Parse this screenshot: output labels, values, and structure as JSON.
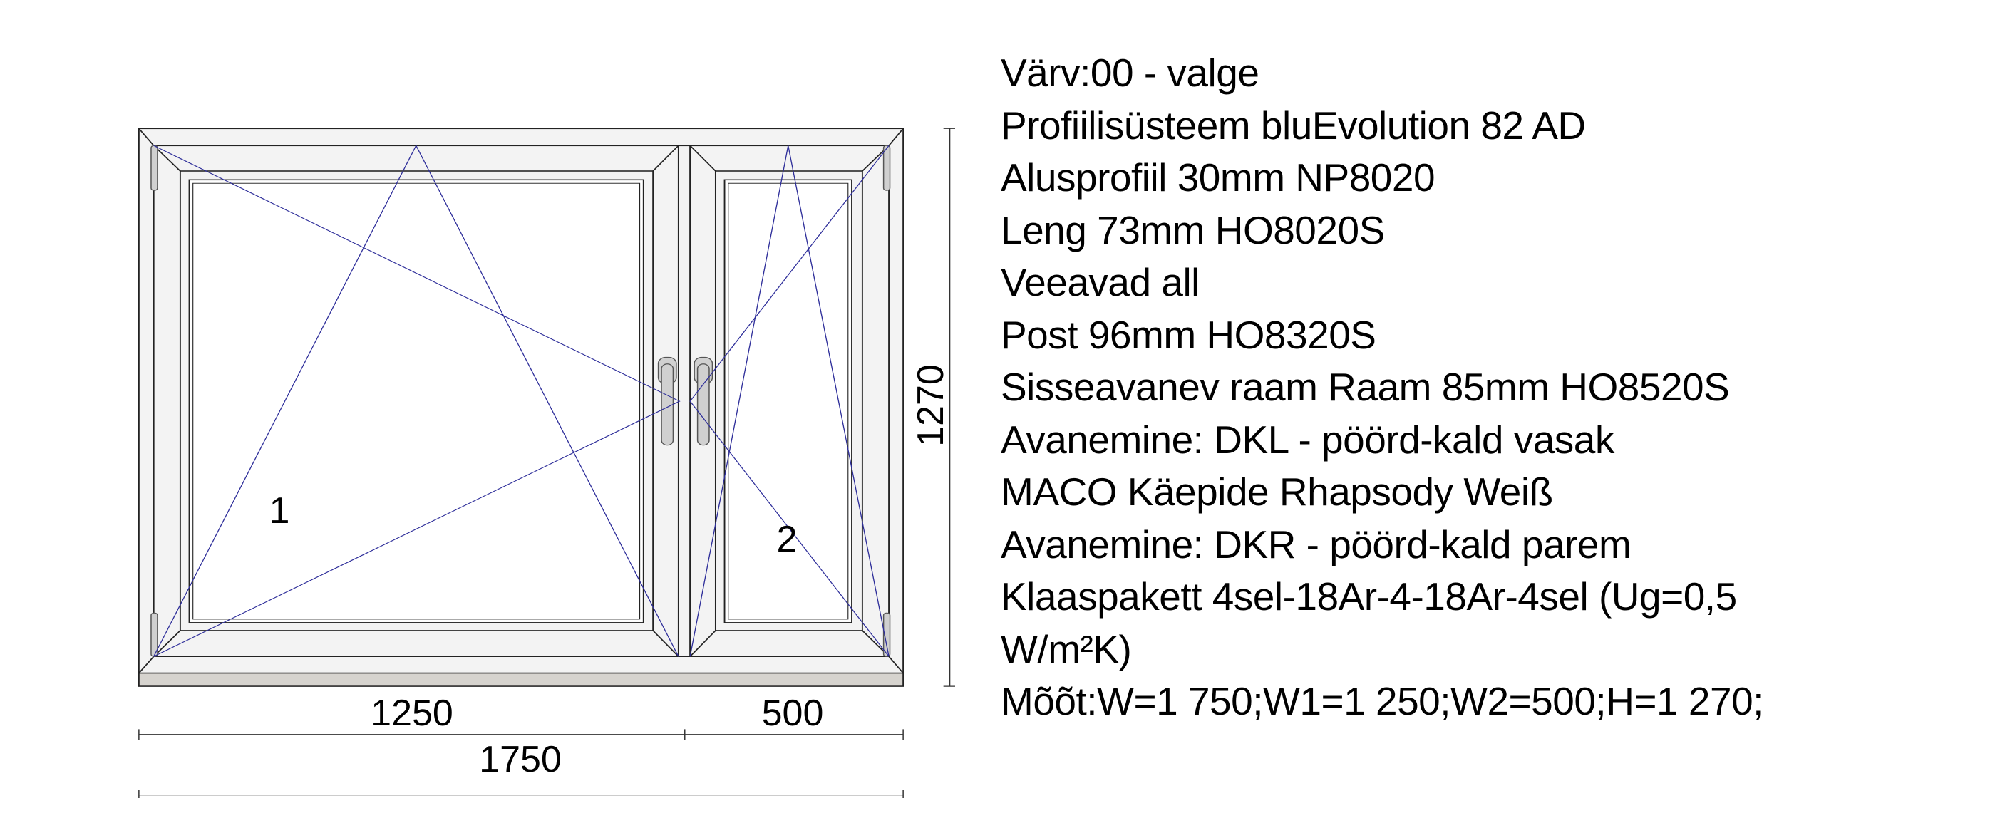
{
  "drawing": {
    "sash_labels": [
      "1",
      "2"
    ],
    "dimensions": {
      "width_1": "1250",
      "width_2": "500",
      "total_width": "1750",
      "height": "1270"
    },
    "colors": {
      "frame": "#f3f3f3",
      "sill": "#d6d3ce",
      "opening_lines": "#2e2e9a",
      "outline": "#222222"
    }
  },
  "specs": [
    "Värv:00 - valge",
    "Profiilisüsteem bluEvolution 82 AD",
    "Alusprofiil 30mm NP8020",
    "Leng 73mm HO8020S",
    "Veeavad all",
    "Post 96mm HO8320S",
    "Sisseavanev raam Raam 85mm HO8520S",
    "Avanemine: DKL - pöörd-kald vasak",
    "MACO Käepide Rhapsody Weiß",
    "Avanemine: DKR - pöörd-kald parem",
    "Klaaspakett 4sel-18Ar-4-18Ar-4sel (Ug=0,5",
    "W/m²K)",
    "Mõõt:W=1 750;W1=1 250;W2=500;H=1 270;"
  ]
}
